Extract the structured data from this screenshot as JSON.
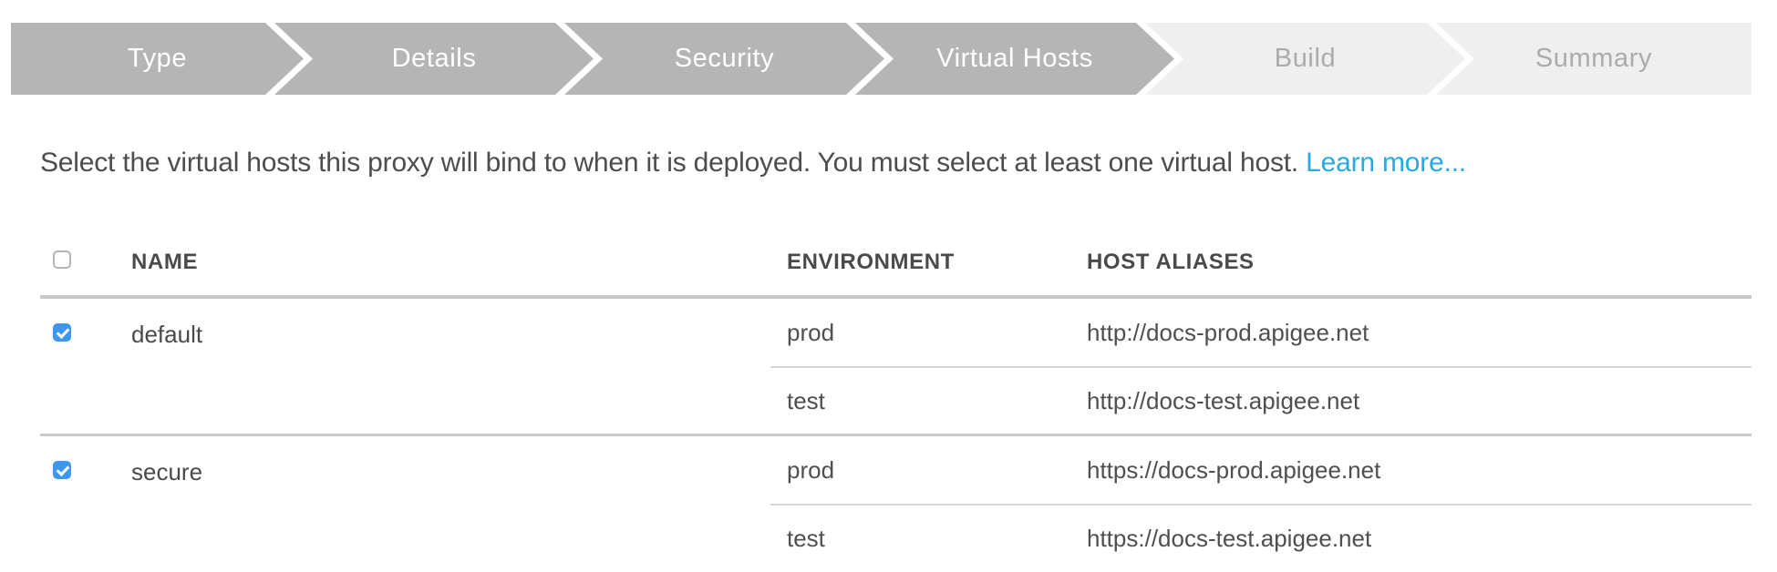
{
  "stepper": {
    "steps": [
      {
        "label": "Type",
        "state": "done"
      },
      {
        "label": "Details",
        "state": "done"
      },
      {
        "label": "Security",
        "state": "done"
      },
      {
        "label": "Virtual Hosts",
        "state": "current"
      },
      {
        "label": "Build",
        "state": "upcoming"
      },
      {
        "label": "Summary",
        "state": "upcoming"
      }
    ]
  },
  "description": {
    "text": "Select the virtual hosts this proxy will bind to when it is deployed. You must select at least one virtual host.",
    "link_label": "Learn more..."
  },
  "table": {
    "select_all_checked": false,
    "headers": {
      "name": "NAME",
      "environment": "ENVIRONMENT",
      "host_aliases": "HOST ALIASES"
    },
    "rows": [
      {
        "name": "default",
        "checked": true,
        "entries": [
          {
            "environment": "prod",
            "host_alias": "http://docs-prod.apigee.net"
          },
          {
            "environment": "test",
            "host_alias": "http://docs-test.apigee.net"
          }
        ]
      },
      {
        "name": "secure",
        "checked": true,
        "entries": [
          {
            "environment": "prod",
            "host_alias": "https://docs-prod.apigee.net"
          },
          {
            "environment": "test",
            "host_alias": "https://docs-test.apigee.net"
          }
        ]
      }
    ]
  },
  "colors": {
    "step_done_bg": "#b5b5b5",
    "step_done_text": "#ffffff",
    "step_upcoming_bg": "#f0efef",
    "step_upcoming_text": "#ababab",
    "link_blue": "#29a9e1",
    "checkbox_checked": "#3e96f3",
    "text_dark": "#4a4a4a",
    "border_thick": "#c9c9c9",
    "border_thin": "#d6d6d6"
  }
}
